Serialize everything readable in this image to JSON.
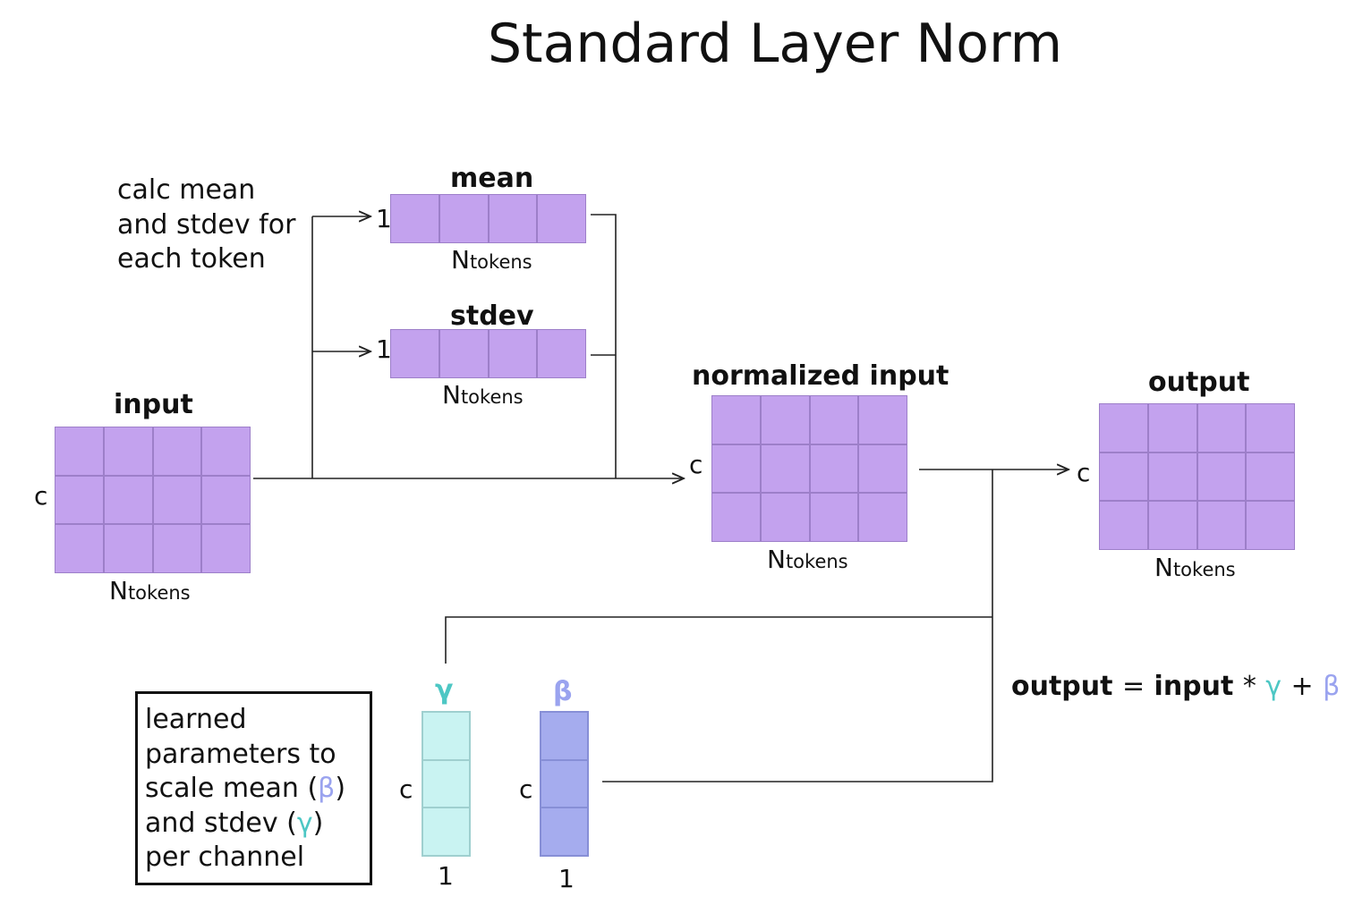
{
  "title": "Standard Layer Norm",
  "note": [
    "calc mean",
    "and stdev for",
    "each token"
  ],
  "labels": {
    "mean": "mean",
    "stdev": "stdev",
    "input": "input",
    "normalized": "normalized input",
    "output": "output",
    "gamma": "γ",
    "beta": "β"
  },
  "dims": {
    "c": "c",
    "one": "1",
    "n": "N",
    "tokens": "tokens"
  },
  "legend": {
    "l1": "learned",
    "l2": "parameters to",
    "l3a": "scale mean (",
    "l3b": "β",
    "l3c": ")",
    "l4a": "and stdev (",
    "l4b": "γ",
    "l4c": ")",
    "l5": "per channel"
  },
  "formula": {
    "output": "output",
    "eq": "=",
    "input": "input",
    "times": "*",
    "gamma": "γ",
    "plus": "+",
    "beta": "β"
  },
  "colors": {
    "matrix": "#c3a2ee",
    "gamma_param": "#c9f3f2",
    "beta_param": "#a5acee",
    "gamma_text": "#4dc7c4",
    "beta_text": "#9aa3ef"
  }
}
